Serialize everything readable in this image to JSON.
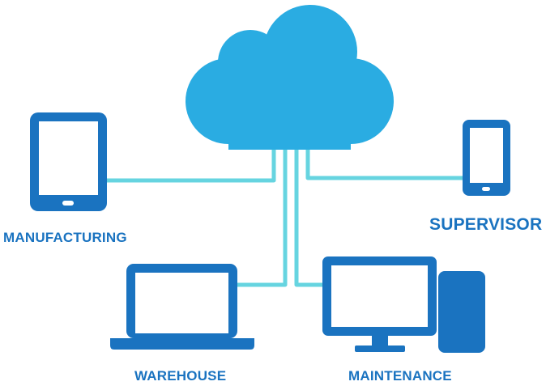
{
  "colors": {
    "cloud": "#2aace2",
    "device": "#1a73c0",
    "connector": "#66d4e0",
    "label": "#1a73c0",
    "background": "#ffffff"
  },
  "cloud": {
    "icon": "cloud-icon"
  },
  "devices": [
    {
      "id": "manufacturing",
      "icon": "tablet-icon",
      "label": "MANUFACTURING"
    },
    {
      "id": "supervisor",
      "icon": "smartphone-icon",
      "label": "SUPERVISOR"
    },
    {
      "id": "warehouse",
      "icon": "laptop-icon",
      "label": "WAREHOUSE"
    },
    {
      "id": "maintenance",
      "icon": "desktop-computer-icon",
      "label": "MAINTENANCE"
    }
  ]
}
